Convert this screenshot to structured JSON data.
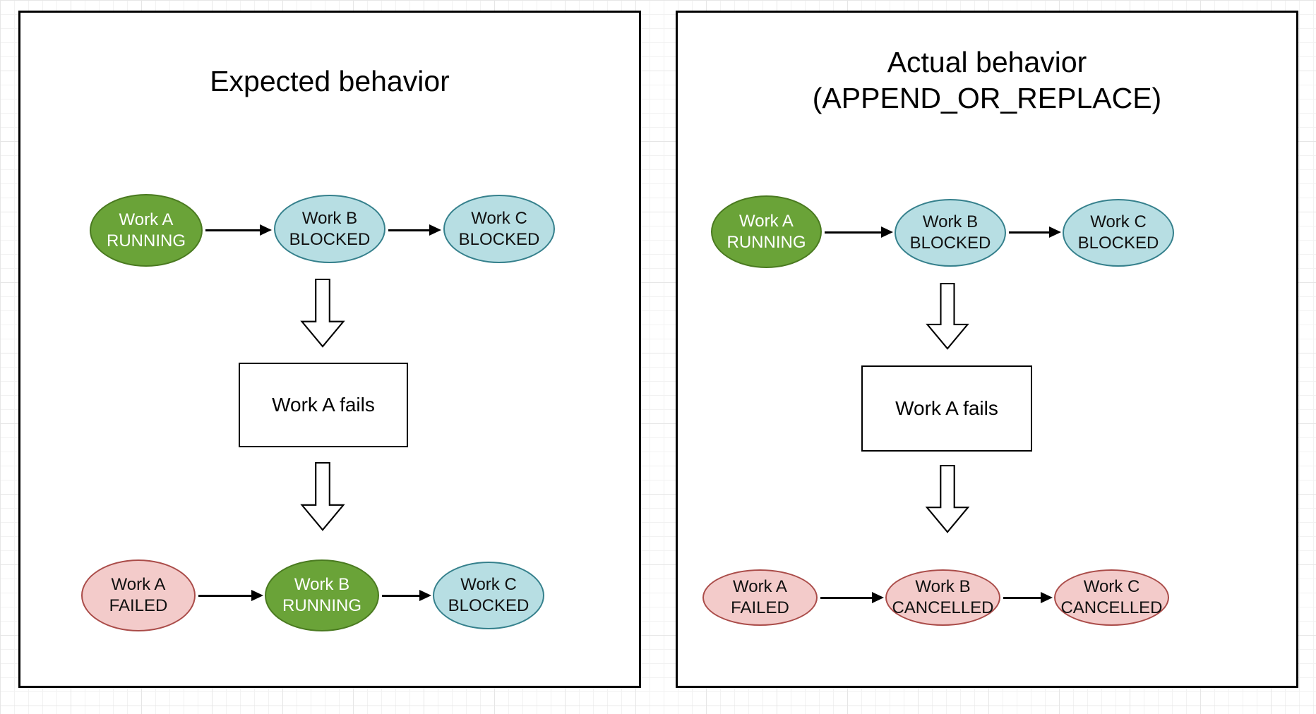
{
  "colors": {
    "canvas-bg": "#ffffff",
    "grid-minor": "#f2f2f2",
    "grid-major": "#e6e6e6",
    "panel-bg": "#ffffff",
    "panel-border": "#000000",
    "line": "#000000",
    "box-text": "#000000",
    "running-fill": "#6aa338",
    "running-stroke": "#4a7a20",
    "running-text": "#ffffff",
    "blocked-fill": "#b7dee3",
    "blocked-stroke": "#35808c",
    "blocked-text": "#111111",
    "failed-fill": "#f3cbca",
    "failed-stroke": "#aa4c49",
    "failed-text": "#111111"
  },
  "panels": [
    {
      "title_line1": "Expected behavior",
      "event_box_label": "Work A fails",
      "top_row": [
        {
          "line1": "Work A",
          "line2": "RUNNING",
          "status": "running"
        },
        {
          "line1": "Work B",
          "line2": "BLOCKED",
          "status": "blocked"
        },
        {
          "line1": "Work C",
          "line2": "BLOCKED",
          "status": "blocked"
        }
      ],
      "bottom_row": [
        {
          "line1": "Work A",
          "line2": "FAILED",
          "status": "failed"
        },
        {
          "line1": "Work B",
          "line2": "RUNNING",
          "status": "running"
        },
        {
          "line1": "Work C",
          "line2": "BLOCKED",
          "status": "blocked"
        }
      ]
    },
    {
      "title_line1": "Actual behavior",
      "title_line2": "(APPEND_OR_REPLACE)",
      "event_box_label": "Work A fails",
      "top_row": [
        {
          "line1": "Work A",
          "line2": "RUNNING",
          "status": "running"
        },
        {
          "line1": "Work B",
          "line2": "BLOCKED",
          "status": "blocked"
        },
        {
          "line1": "Work C",
          "line2": "BLOCKED",
          "status": "blocked"
        }
      ],
      "bottom_row": [
        {
          "line1": "Work A",
          "line2": "FAILED",
          "status": "failed"
        },
        {
          "line1": "Work B",
          "line2": "CANCELLED",
          "status": "cancelled"
        },
        {
          "line1": "Work C",
          "line2": "CANCELLED",
          "status": "cancelled"
        }
      ]
    }
  ]
}
